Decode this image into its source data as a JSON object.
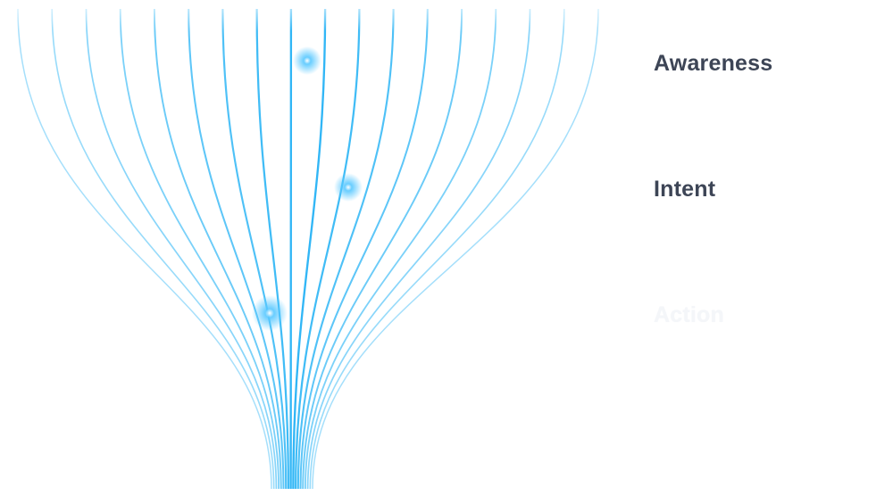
{
  "stages": [
    {
      "label": "Awareness",
      "color": "#3d4556"
    },
    {
      "label": "Intent",
      "color": "#3d4556"
    },
    {
      "label": "Action",
      "color": "#f4f6f9"
    }
  ],
  "colors": {
    "line": "#1fb0f5",
    "glow": "#58c8ff",
    "background": "#ffffff"
  }
}
